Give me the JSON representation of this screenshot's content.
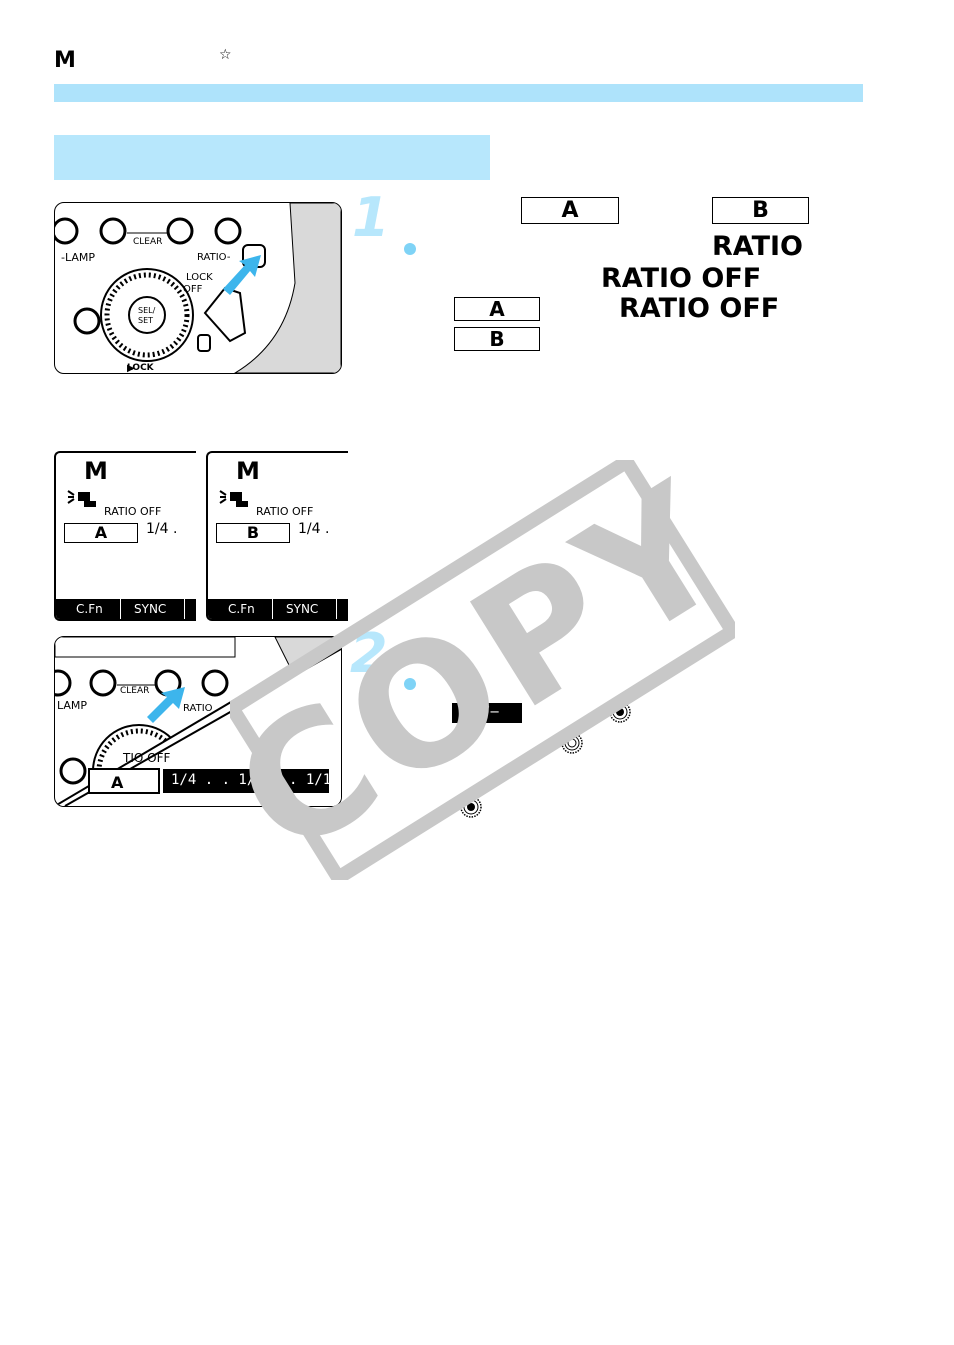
{
  "header": {
    "mode_letter": "M",
    "star": "☆"
  },
  "step1": {
    "number": "1",
    "box_a": "A",
    "box_b": "B",
    "ratio": "RATIO",
    "ratio_off_1": "RATIO OFF",
    "box_a_2": "A",
    "ratio_off_2": "RATIO OFF",
    "box_b_2": "B"
  },
  "illus1": {
    "lamp": "-LAMP",
    "clear": "CLEAR",
    "ratio": "RATIO-",
    "lock": "LOCK",
    "off": "OFF",
    "sel": "SEL/",
    "set": "SET",
    "lock_bottom": "LOCK"
  },
  "lcd_a": {
    "mode": "M",
    "ratio_off": "RATIO OFF",
    "group": "A",
    "value": "1/4 .",
    "cfn": "C.Fn",
    "sync": "SYNC"
  },
  "lcd_b": {
    "mode": "M",
    "ratio_off": "RATIO OFF",
    "group": "B",
    "value": "1/4 .",
    "cfn": "C.Fn",
    "sync": "SYNC"
  },
  "step2": {
    "number": "2",
    "fec_icon": "+/−"
  },
  "illus2": {
    "lamp": "LAMP",
    "clear": "CLEAR",
    "ratio": "RATIO",
    "ratio_off": "TIO OFF",
    "group": "A",
    "scale": "1/4 . . 1/2 . . 1/1"
  },
  "watermark": {
    "text": "COPY"
  },
  "colors": {
    "accent": "#aee3fb",
    "band": "#b7e7fc",
    "bullet": "#7fd3f6",
    "arrow": "#3db5ec"
  }
}
